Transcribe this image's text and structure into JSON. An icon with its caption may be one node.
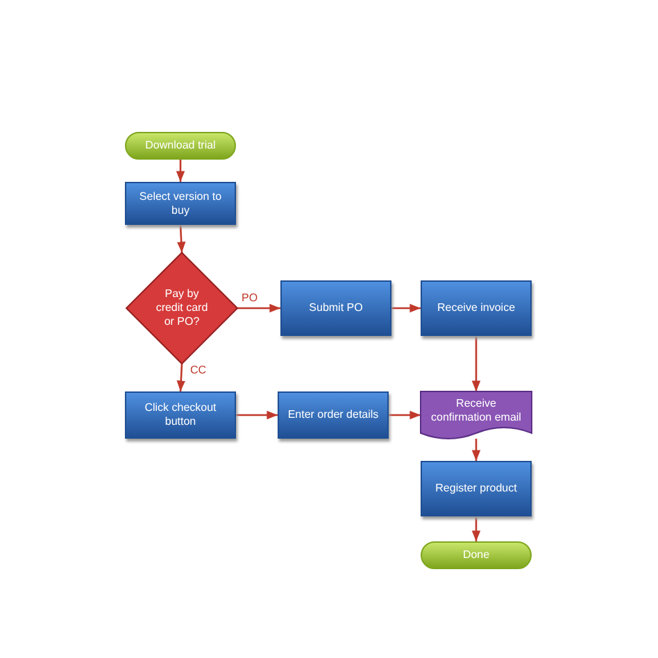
{
  "diagram": {
    "nodes": [
      {
        "text": [
          "Download trial"
        ]
      },
      {
        "text": [
          "Select version to buy"
        ]
      },
      {
        "text": [
          "Pay by credit card or PO?"
        ]
      },
      {
        "text": [
          "Submit PO"
        ]
      },
      {
        "text": [
          "Receive invoice"
        ]
      },
      {
        "text": [
          "Click checkout button"
        ]
      },
      {
        "text": [
          "Enter order details"
        ]
      },
      {
        "text": [
          "Receive confirmation email"
        ]
      },
      {
        "text": [
          "Register product"
        ]
      },
      {
        "text": [
          "Done"
        ]
      }
    ],
    "edges": [
      {
        "from": 0,
        "to": 1,
        "arrow": "to"
      },
      {
        "from": 1,
        "to": 2,
        "arrow": "to"
      },
      {
        "from": 2,
        "to": 3,
        "arrow": "to",
        "label": "PO"
      },
      {
        "from": 3,
        "to": 4,
        "arrow": "to"
      },
      {
        "from": 4,
        "to": 7,
        "arrow": "to"
      },
      {
        "from": 2,
        "to": 5,
        "arrow": "to",
        "label": "CC"
      },
      {
        "from": 5,
        "to": 6,
        "arrow": "to"
      },
      {
        "from": 6,
        "to": 7,
        "arrow": "to"
      },
      {
        "from": 7,
        "to": 8,
        "arrow": "to"
      },
      {
        "from": 8,
        "to": 9,
        "arrow": "to"
      }
    ]
  }
}
